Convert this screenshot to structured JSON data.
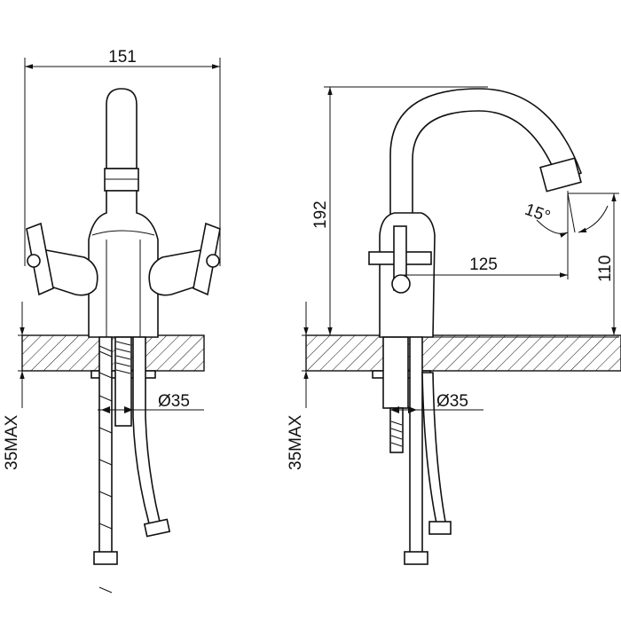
{
  "front_view": {
    "width_label": "151",
    "hole_label": "Ø35",
    "max_thickness_label": "35MAX"
  },
  "side_view": {
    "height_label": "192",
    "angle_label": "15°",
    "reach_label": "125",
    "spout_height_label": "110",
    "hole_label": "Ø35",
    "max_thickness_label": "35MAX"
  }
}
